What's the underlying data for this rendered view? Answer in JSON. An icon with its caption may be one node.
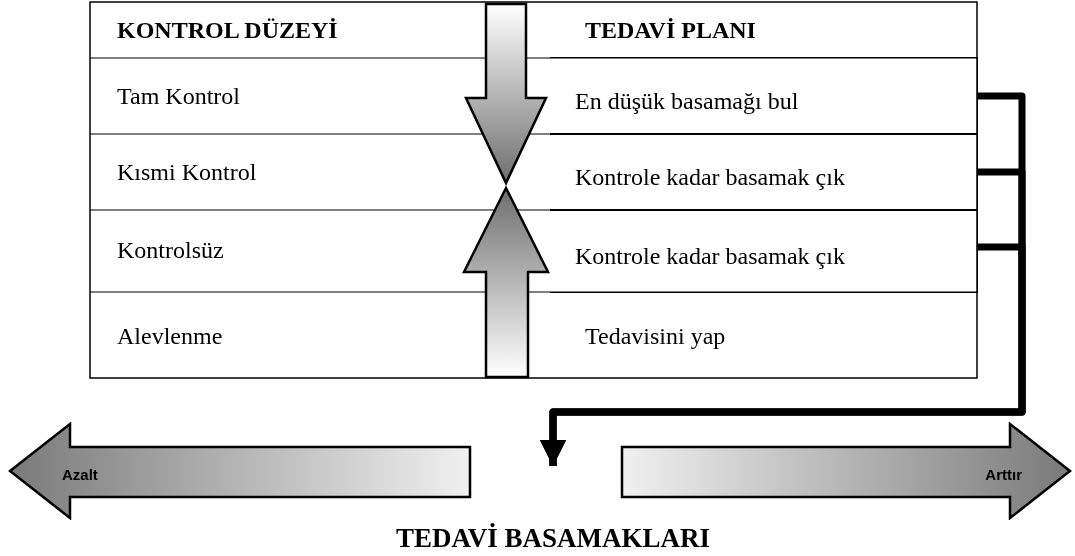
{
  "diagram": {
    "nodes": [
      {
        "text": [
          "En düşük basamağı bul"
        ]
      },
      {
        "text": [
          "Kontrole kadar basamak çık"
        ]
      },
      {
        "text": [
          "Kontrole kadar basamak çık"
        ]
      },
      {
        "text": [
          "Azalt"
        ]
      },
      {
        "text": [
          "Arttır"
        ]
      },
      {
        "text": [
          "TEDAVİ BASAMAKLARI"
        ]
      }
    ],
    "edges": [
      {
        "from": 0,
        "to": 5,
        "arrow": "to"
      },
      {
        "from": 1,
        "to": 5,
        "arrow": "to"
      },
      {
        "from": 2,
        "to": 5,
        "arrow": "to"
      }
    ],
    "labels": [
      "KONTROL DÜZEYİ",
      "TEDAVİ PLANI",
      "Tam Kontrol",
      "Kısmi Kontrol",
      "Kontrolsüz",
      "Alevlenme",
      "Tedavisini yap"
    ]
  }
}
